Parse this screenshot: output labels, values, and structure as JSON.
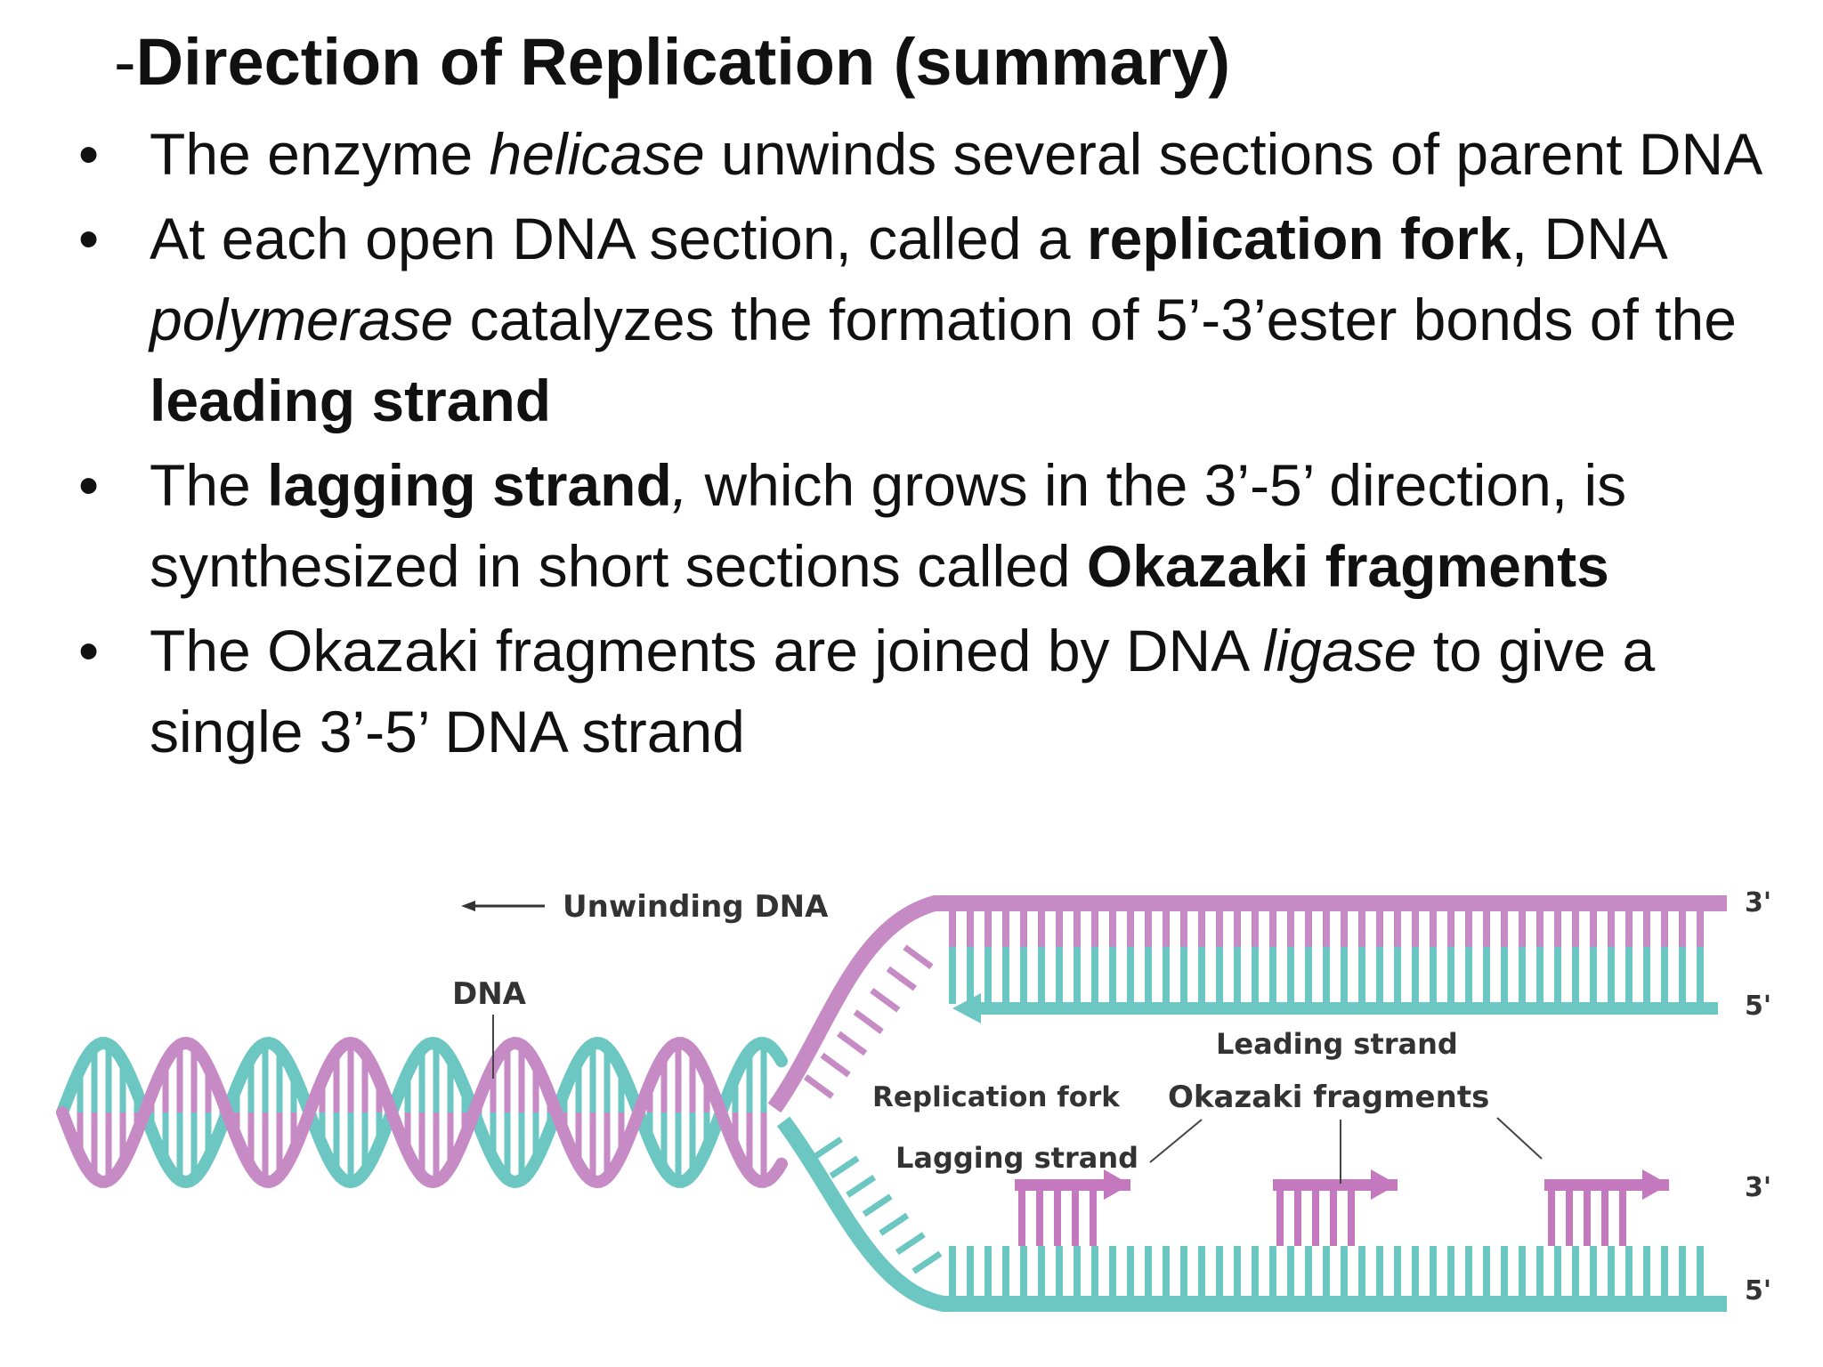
{
  "title": {
    "dash": "-",
    "text": "Direction of Replication (summary)"
  },
  "bullets": [
    {
      "segments": [
        {
          "text": "The enzyme ",
          "style": "normal"
        },
        {
          "text": "helicase",
          "style": "italic"
        },
        {
          "text": " unwinds several sections of parent DNA",
          "style": "normal"
        }
      ]
    },
    {
      "segments": [
        {
          "text": "At each open DNA section, called a ",
          "style": "normal"
        },
        {
          "text": "replication fork",
          "style": "bold"
        },
        {
          "text": ", DNA ",
          "style": "normal"
        },
        {
          "text": "polymerase",
          "style": "italic"
        },
        {
          "text": " catalyzes the formation of 5’-3’ester bonds of the ",
          "style": "normal"
        },
        {
          "text": "leading strand",
          "style": "bold"
        }
      ]
    },
    {
      "segments": [
        {
          "text": "The ",
          "style": "normal"
        },
        {
          "text": "lagging strand",
          "style": "bold"
        },
        {
          "text": ",",
          "style": "italic"
        },
        {
          "text": " which grows in the 3’-5’ direction, is synthesized in short sections called ",
          "style": "normal"
        },
        {
          "text": "Okazaki fragments",
          "style": "bold"
        }
      ]
    },
    {
      "segments": [
        {
          "text": "The Okazaki fragments are joined by DNA ",
          "style": "normal"
        },
        {
          "text": "ligase",
          "style": "italic"
        },
        {
          "text": " to give a single 3’-5’ DNA strand",
          "style": "normal"
        }
      ]
    }
  ],
  "diagram": {
    "labels": {
      "unwinding": "Unwinding DNA",
      "dna": "DNA",
      "leading": "Leading strand",
      "fork": "Replication fork",
      "okazaki": "Okazaki fragments",
      "lagging": "Lagging strand",
      "top_3": "3'",
      "top_5": "5'",
      "bottom_3": "3'",
      "bottom_5": "5'"
    },
    "colors": {
      "parent_strand": "#c68ac4",
      "new_strand": "#6cc6c2",
      "fragment": "#c478be"
    }
  }
}
